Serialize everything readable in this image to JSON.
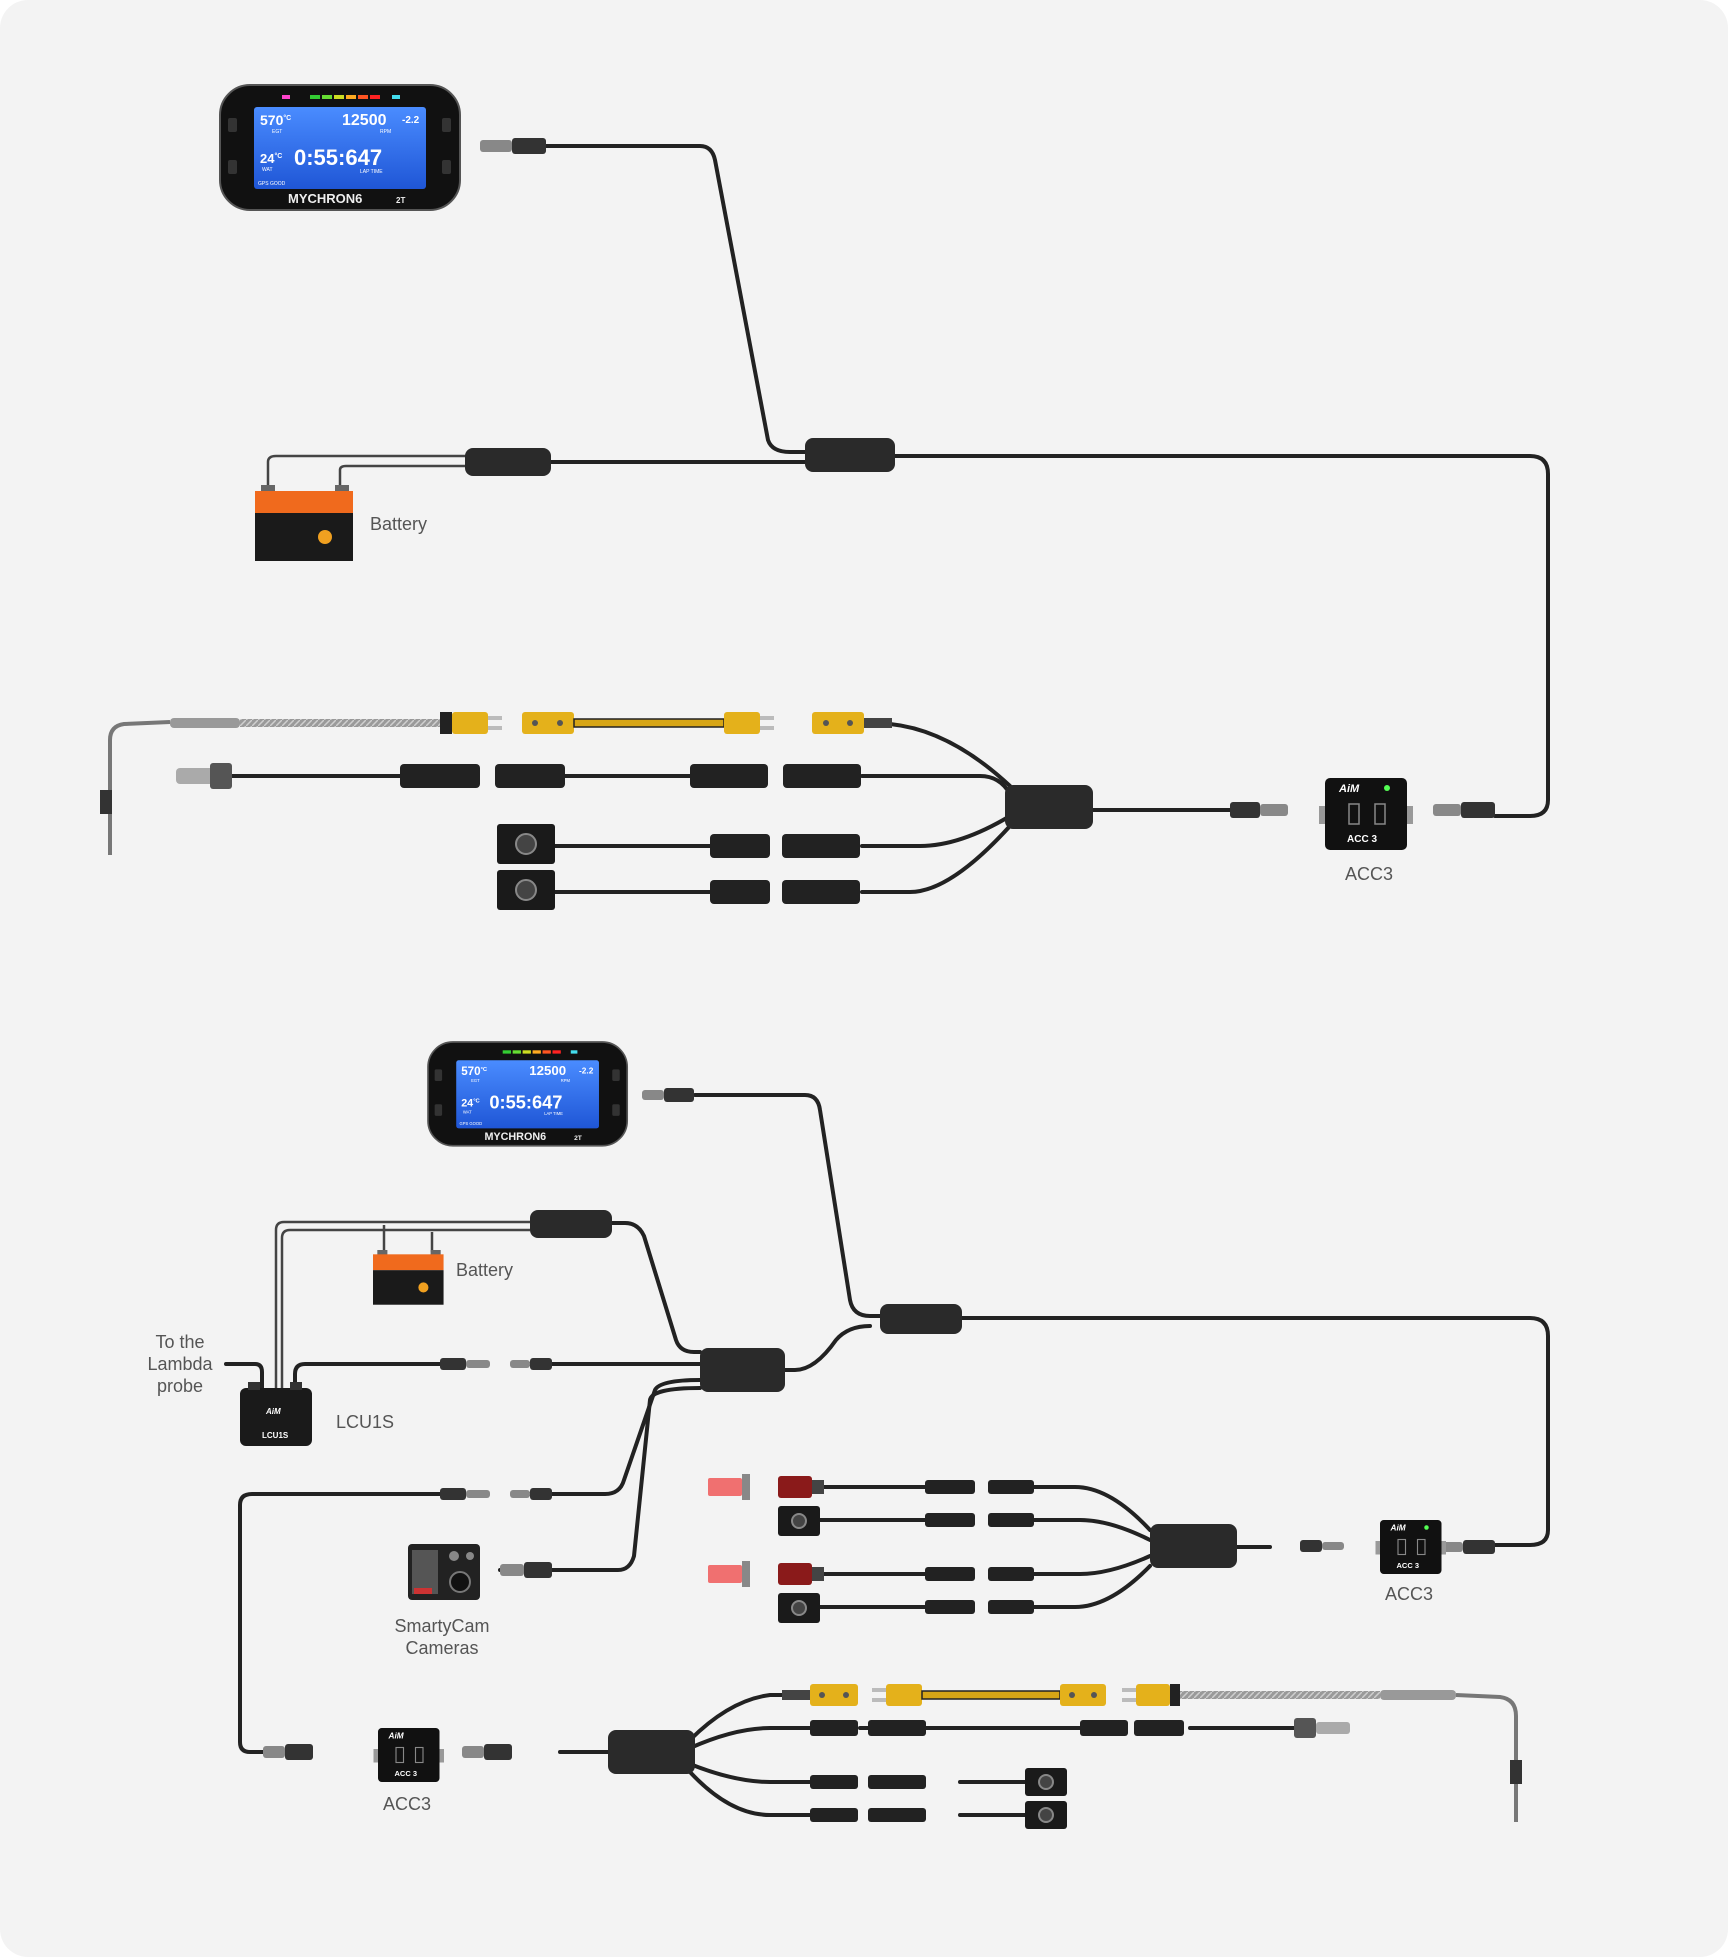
{
  "colors": {
    "background": "#f3f3f3",
    "cable": "#222222",
    "device_body": "#111111",
    "screen": "#2f6ff0",
    "battery_accent": "#f06a1d",
    "thermocouple": "#e4b11b",
    "label": "#555555"
  },
  "display": {
    "egt": "570",
    "egt_unit": "°C",
    "egt_label": "EGT",
    "rpm": "12500",
    "rpm_label": "RPM",
    "delta": "-2.2",
    "water_temp": "24",
    "water_unit": "°C",
    "water_label": "WAT",
    "lap_time": "0:55:647",
    "lap_label": "LAP TIME",
    "gps": "GPS GOOD",
    "brand": "MYCHRON6",
    "model": "2T"
  },
  "labels": {
    "battery": "Battery",
    "acc3": "ACC3",
    "lcu1s": "LCU1S",
    "lambda_line1": "To the",
    "lambda_line2": "Lambda",
    "lambda_line3": "probe",
    "smartycam_line1": "SmartyCam",
    "smartycam_line2": "Cameras"
  },
  "device_text": {
    "aim_logo": "AiM",
    "acc3_face": "ACC 3",
    "lcu1s_face": "LCU1S"
  },
  "icons": [
    "mychron-dashboard-icon",
    "battery-icon",
    "acc3-module-icon",
    "lcu1s-module-icon",
    "smartycam-icon",
    "thermocouple-probe-icon",
    "pressure-sensor-icon",
    "button-icon",
    "led-icon"
  ]
}
